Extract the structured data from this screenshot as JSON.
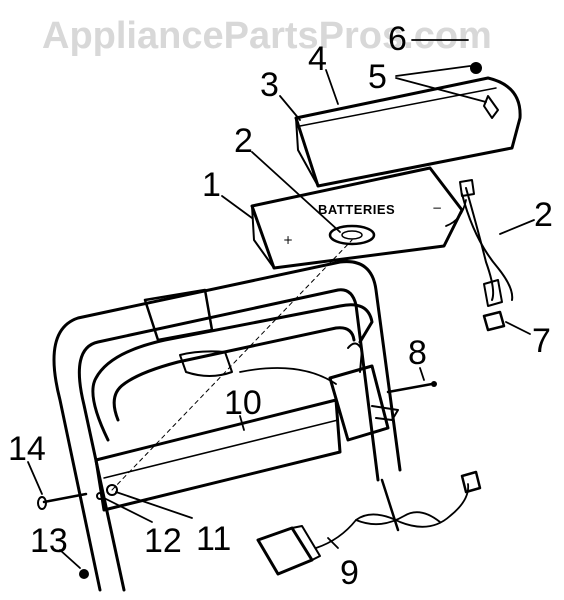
{
  "watermark": "AppliancePartsPros.com",
  "battery_box_label": "BATTERIES",
  "terminals": {
    "positive": "+",
    "negative": "−"
  },
  "callouts": [
    "1",
    "2",
    "2",
    "3",
    "4",
    "5",
    "6",
    "7",
    "8",
    "9",
    "10",
    "11",
    "12",
    "13",
    "14"
  ],
  "colors": {
    "ink": "#000000",
    "watermark": "#d8d8d8",
    "background": "#ffffff"
  }
}
